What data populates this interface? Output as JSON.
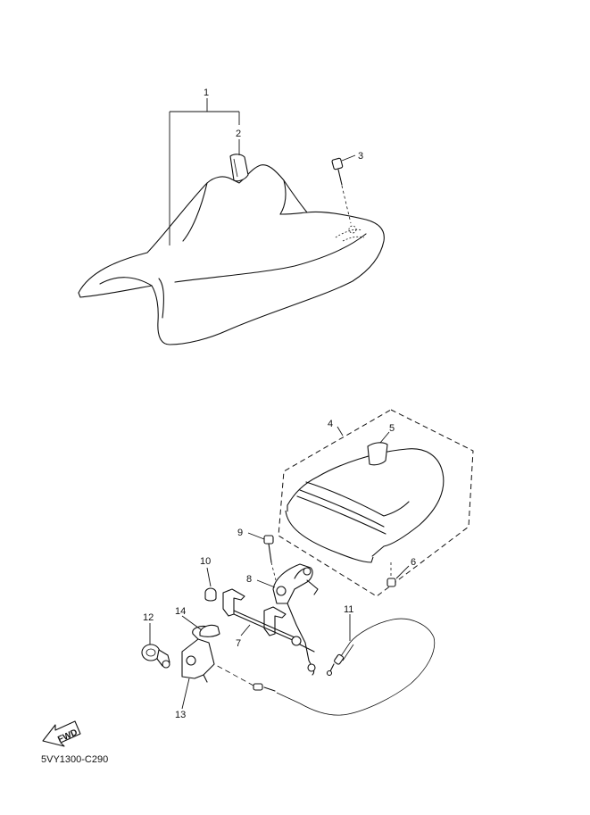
{
  "callouts": {
    "c1": "1",
    "c2": "2",
    "c3": "3",
    "c4": "4",
    "c5": "5",
    "c6": "6",
    "c7": "7",
    "c8": "8",
    "c9": "9",
    "c10": "10",
    "c11": "11",
    "c12": "12",
    "c13": "13",
    "c14": "14"
  },
  "fwd_label": "FWD",
  "diagram_code": "5VY1300-C290"
}
